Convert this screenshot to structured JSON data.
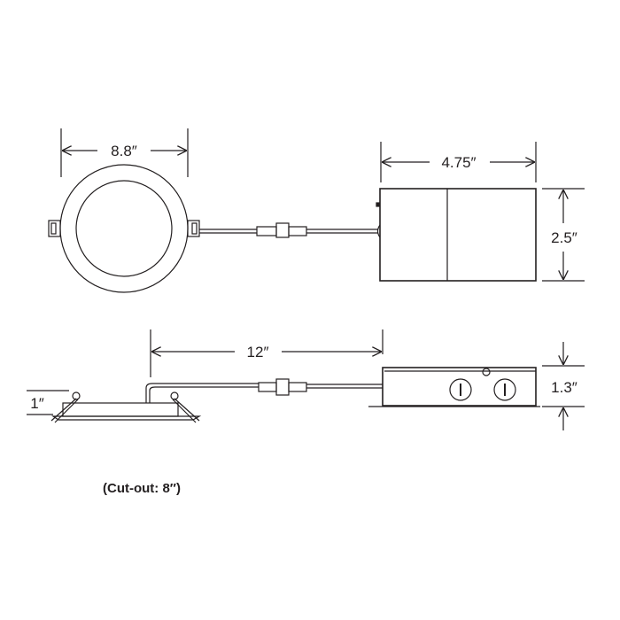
{
  "dimensions": {
    "fixture_diameter": "8.8″",
    "box_length": "4.75″",
    "box_width": "2.5″",
    "cable_length": "12″",
    "fixture_height": "1″",
    "box_height": "1.3″"
  },
  "note": "(Cut-out: 8″)",
  "colors": {
    "line": "#231f20",
    "background": "#ffffff"
  }
}
